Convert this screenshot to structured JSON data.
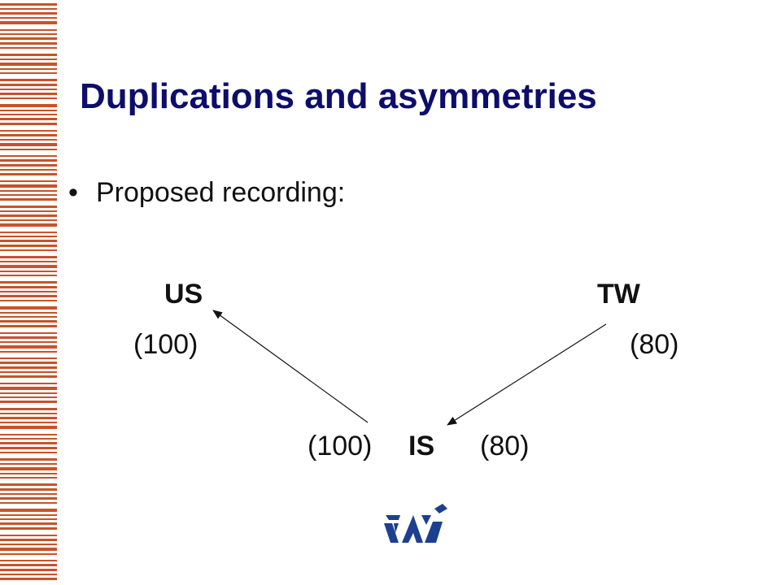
{
  "slide": {
    "title": "Duplications and asymmetries",
    "bullet_symbol": "•",
    "bullet_text": "Proposed recording:"
  },
  "diagram": {
    "nodes": {
      "us": {
        "label": "US",
        "value": "(100)"
      },
      "tw": {
        "label": "TW",
        "value": "(80)"
      },
      "is": {
        "label": "IS",
        "left_value": "(100)",
        "right_value": "(80)"
      }
    },
    "edges": [
      {
        "from": "is",
        "to": "us"
      },
      {
        "from": "tw",
        "to": "is"
      }
    ]
  },
  "colors": {
    "title": "#0d0d6b",
    "text": "#111111",
    "stripe": "#c8522a",
    "logo": "#1d3f8f"
  },
  "icons": {
    "logo": "organization-logo"
  }
}
